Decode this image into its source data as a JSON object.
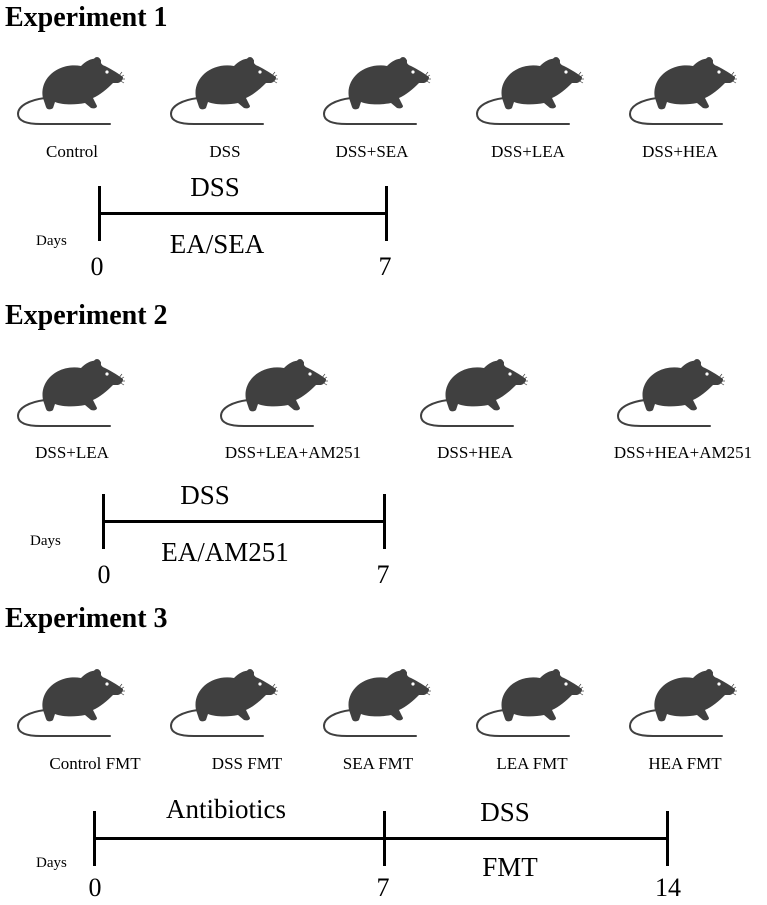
{
  "colors": {
    "mouse": "#404040",
    "line": "#000000",
    "background": "#ffffff"
  },
  "icon": "mouse-icon",
  "experiments": [
    {
      "title": "Experiment 1",
      "groups": [
        "Control",
        "DSS",
        "DSS+SEA",
        "DSS+LEA",
        "DSS+HEA"
      ],
      "timeline": {
        "days_label": "Days",
        "above": [
          "DSS"
        ],
        "below": [
          "EA/SEA"
        ],
        "ticks": [
          "0",
          "7"
        ]
      }
    },
    {
      "title": "Experiment 2",
      "groups": [
        "DSS+LEA",
        "DSS+LEA+AM251",
        "DSS+HEA",
        "DSS+HEA+AM251"
      ],
      "timeline": {
        "days_label": "Days",
        "above": [
          "DSS"
        ],
        "below": [
          "EA/AM251"
        ],
        "ticks": [
          "0",
          "7"
        ]
      }
    },
    {
      "title": "Experiment 3",
      "groups": [
        "Control FMT",
        "DSS FMT",
        "SEA FMT",
        "LEA FMT",
        "HEA FMT"
      ],
      "timeline": {
        "days_label": "Days",
        "above": [
          "Antibiotics",
          "DSS"
        ],
        "below": [
          "FMT"
        ],
        "ticks": [
          "0",
          "7",
          "14"
        ]
      }
    }
  ]
}
